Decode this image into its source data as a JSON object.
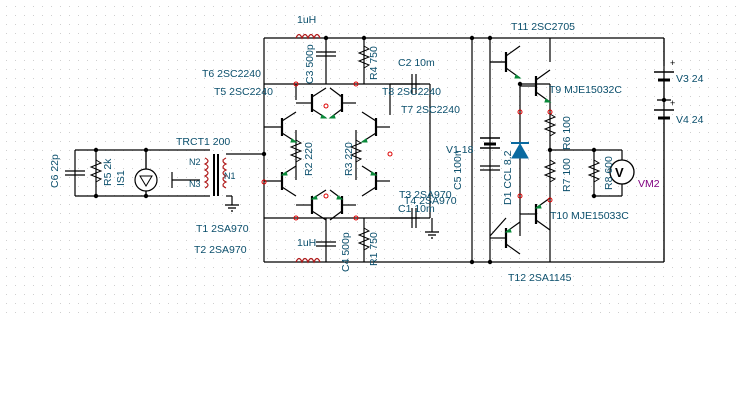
{
  "schematic": {
    "labels": {
      "L_top": "1uH",
      "L_bot": "1uH",
      "c3": "C3 500p",
      "r4": "R4 750",
      "c2": "C2 10m",
      "t6": "T6 2SC2240",
      "t5": "T5 2SC2240",
      "t8": "T8 2SC2240",
      "t7": "T7 2SC2240",
      "trct": "TRCT1 200",
      "n2": "N2",
      "n1": "N1",
      "n3": "N3",
      "c6": "C6 22p",
      "r5": "R5 2k",
      "is1": "IS1",
      "r2": "R2 220",
      "r3": "R3 220",
      "t3": "T3 2SA970",
      "t4": "T4 2SA970",
      "t1": "T1 2SA970",
      "t2": "T2 2SA970",
      "c1": "C1 10m",
      "c4": "C4 500p",
      "r1": "R1 750",
      "v1": "V1 18",
      "c5": "C5 100n",
      "t11": "T11 2SC2705",
      "t9": "T9 MJE15032C",
      "d1": "D1 CCL 8.2",
      "r6": "R6 100",
      "r7": "R7 100",
      "r8": "R8 600",
      "vm2": "VM2",
      "v3": "V3 24",
      "v4": "V4 24",
      "t10": "T10 MJE15033C",
      "t12": "T12 2SA1145",
      "plus1": "+",
      "plus2": "+"
    },
    "colors": {
      "label": "#0b4f6c",
      "wire": "#000000",
      "emitter_arrow": "#0a8a3a",
      "diode": "#0a6aa0",
      "inductor": "#b01a1a",
      "meter_label": "#800080"
    }
  }
}
